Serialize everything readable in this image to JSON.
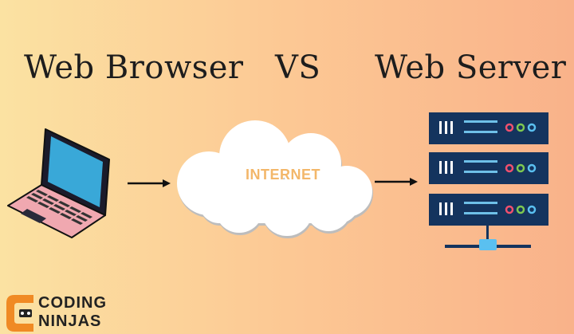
{
  "header": {
    "left_title": "Web Browser",
    "middle_title": "VS",
    "right_title": "Web Server"
  },
  "cloud": {
    "label": "INTERNET"
  },
  "brand": {
    "line1": "CODING",
    "line2": "NINJAS"
  },
  "icons": [
    "laptop-icon",
    "arrow-right-icon",
    "cloud-icon",
    "server-rack-icon",
    "coding-ninjas-logo-icon"
  ],
  "colors": {
    "laptop_screen": "#39a8d8",
    "laptop_body": "#f0a8b0",
    "server": "#14345e",
    "server_bar": "#6ec0e8",
    "dot_red": "#f0506e",
    "dot_green": "#7ec850",
    "dot_blue": "#5ac0f0",
    "cloud_text": "#f3b76a",
    "brand_orange": "#f08a24"
  }
}
